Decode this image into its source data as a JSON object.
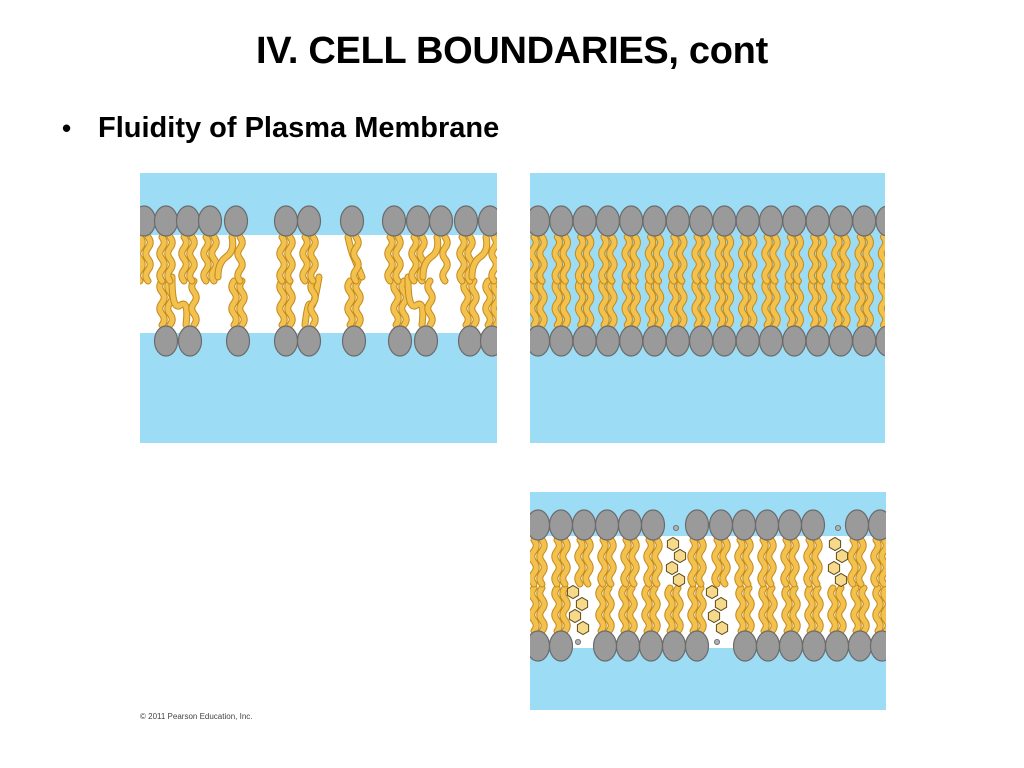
{
  "slide": {
    "title": "IV.  CELL BOUNDARIES, cont",
    "bullet": "Fluidity of Plasma Membrane",
    "copyright": "© 2011 Pearson Education, Inc."
  },
  "diagram": {
    "panels": [
      {
        "id": "fluid",
        "state": "fluid (unsaturated, kinked tails)"
      },
      {
        "id": "viscous",
        "state": "viscous (saturated, straight tails)"
      },
      {
        "id": "cholesterol",
        "state": "cholesterol within the bilayer"
      }
    ]
  },
  "colors": {
    "water": "#9ddcf5",
    "tail": "#f2c14e",
    "tail_outline": "#c48a1c",
    "head": "#9a9a9a",
    "head_outline": "#6b6b6b",
    "cholesterol": "#f6d98a"
  }
}
